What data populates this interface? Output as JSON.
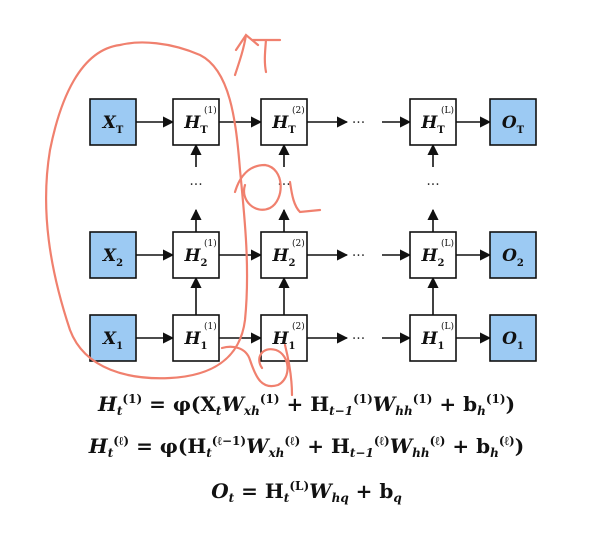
{
  "diagram": {
    "rows": [
      {
        "input": {
          "sym": "X",
          "sub": "T"
        },
        "hidden": [
          {
            "sym": "H",
            "sub": "T",
            "sup": "(1)"
          },
          {
            "sym": "H",
            "sub": "T",
            "sup": "(2)"
          },
          {
            "sym": "H",
            "sub": "T",
            "sup": "(L)"
          }
        ],
        "output": {
          "sym": "O",
          "sub": "T"
        }
      },
      {
        "input": {
          "sym": "X",
          "sub": "2"
        },
        "hidden": [
          {
            "sym": "H",
            "sub": "2",
            "sup": "(1)"
          },
          {
            "sym": "H",
            "sub": "2",
            "sup": "(2)"
          },
          {
            "sym": "H",
            "sub": "2",
            "sup": "(L)"
          }
        ],
        "output": {
          "sym": "O",
          "sub": "2"
        }
      },
      {
        "input": {
          "sym": "X",
          "sub": "1"
        },
        "hidden": [
          {
            "sym": "H",
            "sub": "1",
            "sup": "(1)"
          },
          {
            "sym": "H",
            "sub": "1",
            "sup": "(2)"
          },
          {
            "sym": "H",
            "sub": "1",
            "sup": "(L)"
          }
        ],
        "output": {
          "sym": "O",
          "sub": "1"
        }
      }
    ],
    "ellipsis": "···",
    "colors": {
      "io_fill": "#9ccaf3",
      "hidden_fill": "#ffffff",
      "stroke": "#111111",
      "annotation": "#f0806e"
    },
    "annotations": [
      "->T",
      "O_L",
      "O_1"
    ]
  },
  "equations": {
    "eq1": {
      "lhs": "H",
      "lhs_sub": "t",
      "lhs_sup": "(1)",
      "rhs": " = φ(X",
      "rhs_sub1": "t",
      "w1": "W",
      "w1_sub": "xh",
      "w1_sup": "(1)",
      "plus1": " + H",
      "h_sub": "t−1",
      "h_sup": "(1)",
      "w2": "W",
      "w2_sub": "hh",
      "w2_sup": "(1)",
      "plus2": " + b",
      "b_sub": "h",
      "b_sup": "(1)",
      "close": ")"
    },
    "eq2": {
      "lhs": "H",
      "lhs_sub": "t",
      "lhs_sup": "(ℓ)",
      "rhs": " = φ(H",
      "rhs_sub1": "t",
      "rhs_sup1": "(ℓ−1)",
      "w1": "W",
      "w1_sub": "xh",
      "w1_sup": "(ℓ)",
      "plus1": " + H",
      "h_sub": "t−1",
      "h_sup": "(ℓ)",
      "w2": "W",
      "w2_sub": "hh",
      "w2_sup": "(ℓ)",
      "plus2": " + b",
      "b_sub": "h",
      "b_sup": "(ℓ)",
      "close": ")"
    },
    "eq3": {
      "lhs": "O",
      "lhs_sub": "t",
      "rhs": " = H",
      "rhs_sub1": "t",
      "rhs_sup1": "(L)",
      "w1": "W",
      "w1_sub": "hq",
      "plus2": " + b",
      "b_sub": "q"
    }
  }
}
